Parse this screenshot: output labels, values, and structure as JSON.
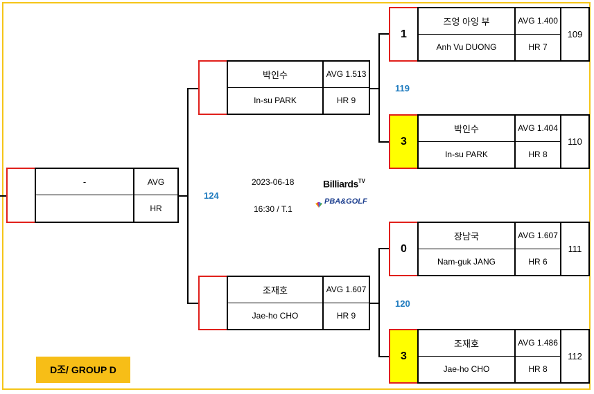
{
  "group": {
    "label": "D조/ GROUP D"
  },
  "match_info": {
    "date": "2023-06-18",
    "time": "16:30 / T.1"
  },
  "logo": {
    "brand": "Billiards",
    "brand_sup": "TV",
    "sub": "PBA&GOLF"
  },
  "colors": {
    "frame": "#f5c518",
    "winner_fill": "#ffff00",
    "score_border": "#e0201b",
    "match_number": "#1f7bbf",
    "group_label_bg": "#f7be17"
  },
  "final": {
    "name_ko": "-",
    "name_en": "",
    "avg": "AVG",
    "hr": "HR",
    "score": "",
    "match_number": "124"
  },
  "semis": [
    {
      "name_ko": "박인수",
      "name_en": "In-su PARK",
      "avg": "AVG 1.513",
      "hr": "HR 9",
      "score": "",
      "match_number": "119"
    },
    {
      "name_ko": "조재호",
      "name_en": "Jae-ho CHO",
      "avg": "AVG 1.607",
      "hr": "HR 9",
      "score": "",
      "match_number": "120"
    }
  ],
  "quarters": [
    {
      "name_ko": "즈엉 아잉 부",
      "name_en": "Anh Vu DUONG",
      "avg": "AVG 1.400",
      "hr": "HR 7",
      "score": "1",
      "winner": false,
      "seed": "109"
    },
    {
      "name_ko": "박인수",
      "name_en": "In-su PARK",
      "avg": "AVG 1.404",
      "hr": "HR 8",
      "score": "3",
      "winner": true,
      "seed": "110"
    },
    {
      "name_ko": "장남국",
      "name_en": "Nam-guk JANG",
      "avg": "AVG 1.607",
      "hr": "HR 6",
      "score": "0",
      "winner": false,
      "seed": "111"
    },
    {
      "name_ko": "조재호",
      "name_en": "Jae-ho CHO",
      "avg": "AVG 1.486",
      "hr": "HR 8",
      "score": "3",
      "winner": true,
      "seed": "112"
    }
  ]
}
